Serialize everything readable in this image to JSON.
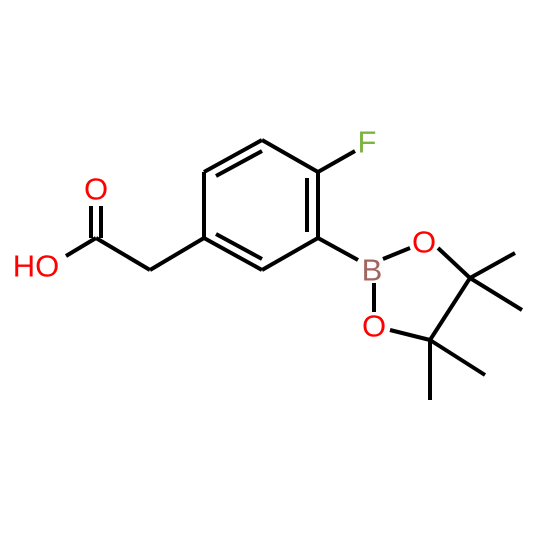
{
  "molecule": {
    "atom_labels": {
      "fluorine": "F",
      "boron": "B",
      "ring_oxygen_top": "O",
      "ring_oxygen_bottom": "O",
      "carbonyl_oxygen": "O",
      "hydroxyl": "HO"
    },
    "colors": {
      "bond": "#000000",
      "fluorine": "#7cb342",
      "boron": "#a1665e",
      "oxygen": "#ff0000"
    }
  }
}
